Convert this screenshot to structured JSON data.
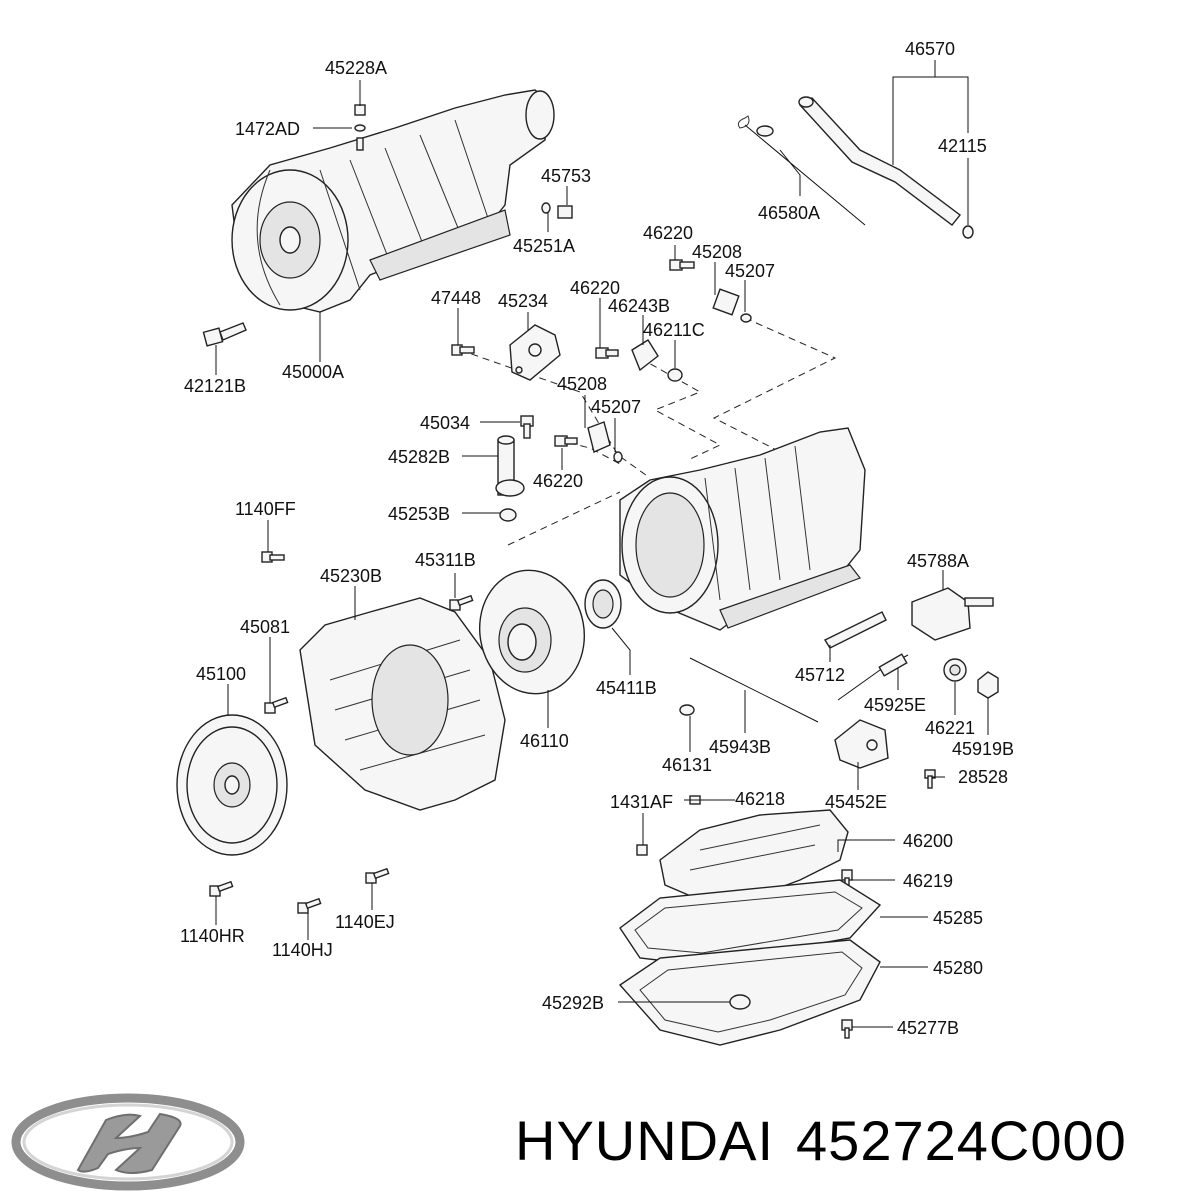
{
  "labels": [
    {
      "id": "p45228A",
      "text": "45228A"
    },
    {
      "id": "p1472AD",
      "text": "1472AD"
    },
    {
      "id": "p45753",
      "text": "45753"
    },
    {
      "id": "p45251A",
      "text": "45251A"
    },
    {
      "id": "p46570",
      "text": "46570"
    },
    {
      "id": "p42115",
      "text": "42115"
    },
    {
      "id": "p46580A",
      "text": "46580A"
    },
    {
      "id": "p46220a",
      "text": "46220"
    },
    {
      "id": "p45208a",
      "text": "45208"
    },
    {
      "id": "p45207a",
      "text": "45207"
    },
    {
      "id": "p47448",
      "text": "47448"
    },
    {
      "id": "p45234",
      "text": "45234"
    },
    {
      "id": "p46220b",
      "text": "46220"
    },
    {
      "id": "p46243B",
      "text": "46243B"
    },
    {
      "id": "p46211C",
      "text": "46211C"
    },
    {
      "id": "p42121B",
      "text": "42121B"
    },
    {
      "id": "p45000A",
      "text": "45000A"
    },
    {
      "id": "p45208b",
      "text": "45208"
    },
    {
      "id": "p45207b",
      "text": "45207"
    },
    {
      "id": "p45034",
      "text": "45034"
    },
    {
      "id": "p45282B",
      "text": "45282B"
    },
    {
      "id": "p46220c",
      "text": "46220"
    },
    {
      "id": "p1140FF",
      "text": "1140FF"
    },
    {
      "id": "p45253B",
      "text": "45253B"
    },
    {
      "id": "p45311B",
      "text": "45311B"
    },
    {
      "id": "p45230B",
      "text": "45230B"
    },
    {
      "id": "p45788A",
      "text": "45788A"
    },
    {
      "id": "p45081",
      "text": "45081"
    },
    {
      "id": "p45100",
      "text": "45100"
    },
    {
      "id": "p45712",
      "text": "45712"
    },
    {
      "id": "p45411B",
      "text": "45411B"
    },
    {
      "id": "p46110",
      "text": "46110"
    },
    {
      "id": "p45925E",
      "text": "45925E"
    },
    {
      "id": "p46221",
      "text": "46221"
    },
    {
      "id": "p45919B",
      "text": "45919B"
    },
    {
      "id": "p46131",
      "text": "46131"
    },
    {
      "id": "p45943B",
      "text": "45943B"
    },
    {
      "id": "p28528",
      "text": "28528"
    },
    {
      "id": "p45452E",
      "text": "45452E"
    },
    {
      "id": "p1431AF",
      "text": "1431AF"
    },
    {
      "id": "p46218",
      "text": "46218"
    },
    {
      "id": "p46200",
      "text": "46200"
    },
    {
      "id": "p46219",
      "text": "46219"
    },
    {
      "id": "p45285",
      "text": "45285"
    },
    {
      "id": "p45280",
      "text": "45280"
    },
    {
      "id": "p45292B",
      "text": "45292B"
    },
    {
      "id": "p45277B",
      "text": "45277B"
    },
    {
      "id": "p1140HR",
      "text": "1140HR"
    },
    {
      "id": "p1140HJ",
      "text": "1140HJ"
    },
    {
      "id": "p1140EJ",
      "text": "1140EJ"
    }
  ],
  "footer": {
    "brand": "HYUNDAI",
    "part_number": "452724C000"
  },
  "logo": {
    "name": "hyundai-logo-icon",
    "color": "#9a9a9a"
  }
}
